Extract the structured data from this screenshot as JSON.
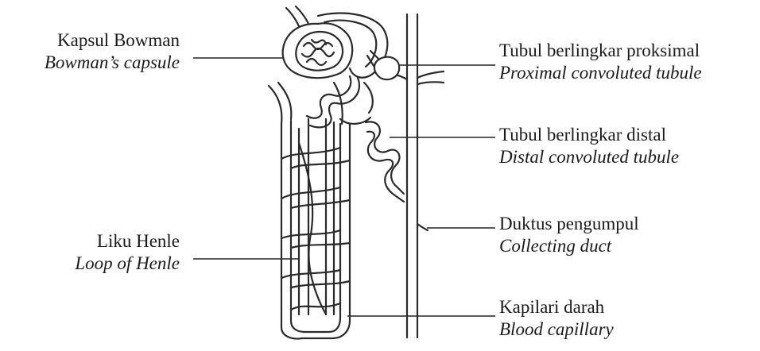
{
  "labels": {
    "bowman": {
      "ms": "Kapsul Bowman",
      "en": "Bowman’s capsule"
    },
    "henle": {
      "ms": "Liku Henle",
      "en": "Loop of Henle"
    },
    "proximal": {
      "ms": "Tubul berlingkar proksimal",
      "en": "Proximal convoluted tubule"
    },
    "distal": {
      "ms": "Tubul berlingkar distal",
      "en": "Distal convoluted tubule"
    },
    "collecting": {
      "ms": "Duktus pengumpul",
      "en": "Collecting duct"
    },
    "capillary": {
      "ms": "Kapilari darah",
      "en": "Blood capillary"
    }
  }
}
